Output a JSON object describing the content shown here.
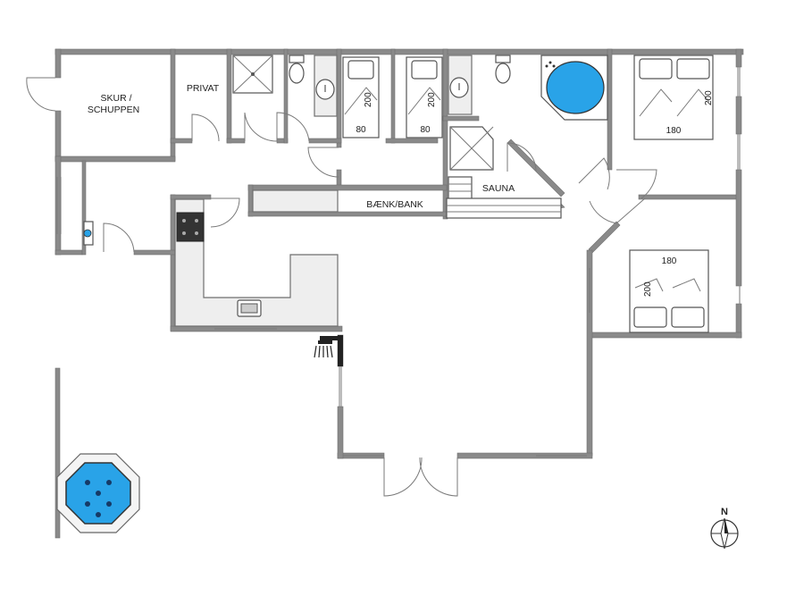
{
  "rooms": {
    "shed": {
      "line1": "SKUR /",
      "line2": "SCHUPPEN"
    },
    "toilet": "PRIVAT",
    "bench": "BÆNK/BANK",
    "sauna": "SAUNA"
  },
  "beds": {
    "single_a_length": "200",
    "single_a_width": "80",
    "single_b_length": "200",
    "single_b_width": "80",
    "double_a_length": "200",
    "double_a_width": "180",
    "double_b_length": "200",
    "double_b_width": "180"
  },
  "compass": {
    "label": "N"
  },
  "colors": {
    "wall": "#8a8a8a",
    "water": "#29a3e8",
    "counter": "#eeeeee"
  },
  "icons": [
    "shower-icon",
    "toilet-icon",
    "sink-icon",
    "hob-icon",
    "bathtub-icon",
    "hot-tub-icon",
    "compass-icon",
    "bed-icon",
    "washing-machine-icon"
  ]
}
